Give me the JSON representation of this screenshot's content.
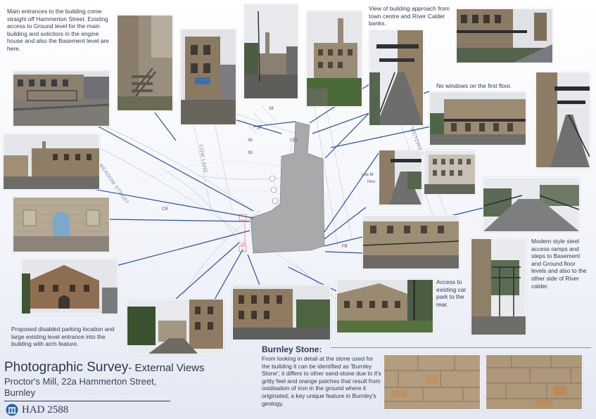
{
  "notes": {
    "entrances": "Main entrances to the building come straight off Hammerton Street. Existing access to Ground level for the main building and solicitors in the engine house and also the Basement level are here.",
    "approach": "View of building approach from town centre and River Calder banks.",
    "no_windows": "No windows on the first floor.",
    "ramps": "Modern style steel access ramps and steps to Basement and Ground floor levels and also to the other side of River calder.",
    "car_park": "Access to existing car park to the rear.",
    "parking": "Proposed disabled parking location and large existing level entrance into the building with arch feature."
  },
  "map": {
    "streets": [
      "MEADOW STREET",
      "COW LANE",
      "VICTORIA"
    ],
    "labels": [
      "Chy",
      "Lee M",
      "Hou",
      "CR",
      "FB",
      "38",
      "36",
      "37",
      "39",
      "19"
    ]
  },
  "stone": {
    "title": "Burnley Stone:",
    "text": "From looking in detail at the stone used for the building it can be identified as 'Burnley Stone'; it differs to other sand-stone due to it's gritty feel and orange patches that result from oxidisation of iron in the ground where it originated; a key unique feature in Burnley's geology."
  },
  "title_block": {
    "title": "Photographic Survey",
    "subtitle": "- External Views",
    "address_line1": "Proctor's Mill, 22a Hammerton Street,",
    "address_line2": "Burnley",
    "logo_text": "HAD 2588"
  },
  "colors": {
    "leader_line": "#2b4fa0",
    "building": "#a9a9ab",
    "text": "#2f3a55",
    "accent": "#2b63a8"
  }
}
